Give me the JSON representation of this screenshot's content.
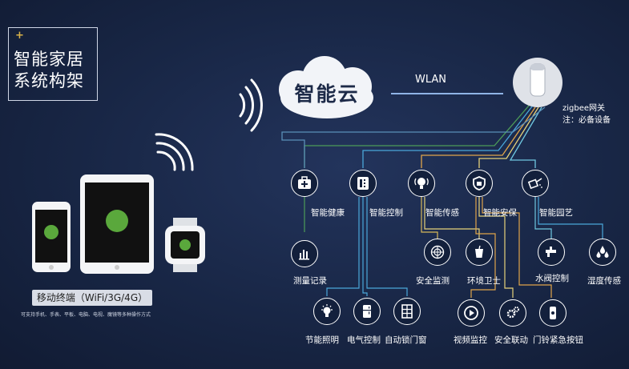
{
  "title": {
    "plus": "+",
    "line1": "智能家居",
    "line2": "系统构架"
  },
  "cloud": {
    "label": "智能云"
  },
  "link": {
    "label": "WLAN"
  },
  "gateway": {
    "name": "zigbee网关",
    "note": "注：必备设备"
  },
  "categories": [
    {
      "id": "health",
      "label": "智能健康",
      "icon": "medical-kit-icon"
    },
    {
      "id": "control",
      "label": "智能控制",
      "icon": "switch-panel-icon"
    },
    {
      "id": "sensor",
      "label": "智能传感",
      "icon": "bulb-sensor-icon"
    },
    {
      "id": "security",
      "label": "智能安保",
      "icon": "shield-icon"
    },
    {
      "id": "garden",
      "label": "智能园艺",
      "icon": "watering-can-icon"
    }
  ],
  "devices": [
    {
      "id": "measure",
      "label": "测量记录",
      "icon": "bar-chart-icon"
    },
    {
      "id": "monitor",
      "label": "安全监测",
      "icon": "radar-icon"
    },
    {
      "id": "env",
      "label": "环境卫士",
      "icon": "cup-icon"
    },
    {
      "id": "valve",
      "label": "水阀控制",
      "icon": "faucet-icon"
    },
    {
      "id": "humidity",
      "label": "湿度传感",
      "icon": "water-drops-icon"
    },
    {
      "id": "light",
      "label": "节能照明",
      "icon": "lightbulb-icon"
    },
    {
      "id": "appliance",
      "label": "电气控制",
      "icon": "fridge-icon"
    },
    {
      "id": "window",
      "label": "自动锁门窗",
      "icon": "window-icon"
    },
    {
      "id": "video",
      "label": "视频监控",
      "icon": "play-icon"
    },
    {
      "id": "linkage",
      "label": "安全联动",
      "icon": "gears-icon"
    },
    {
      "id": "doorbell",
      "label": "门铃紧急按钮",
      "icon": "doorbell-icon"
    }
  ],
  "mobile": {
    "label": "移动终端（WiFi/3G/4G）",
    "note": "可支持手机、手表、平板、电脑、电视、魔镜等多种操作方式"
  }
}
